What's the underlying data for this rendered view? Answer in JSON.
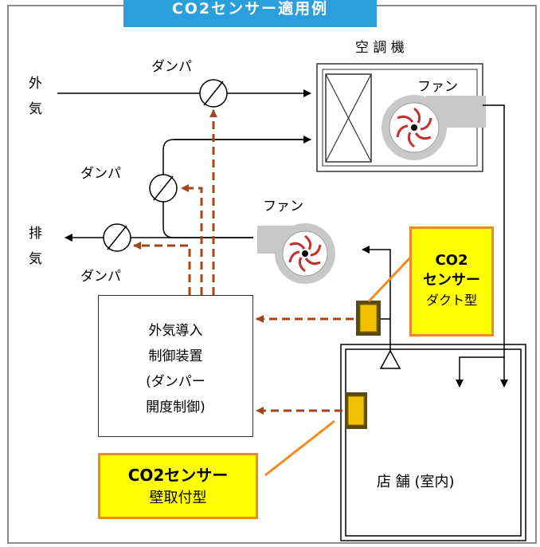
{
  "title": "CO2センサー適用例",
  "labels": {
    "aircon": "空 調 機",
    "fan_top": "ファン",
    "fan_mid": "ファン",
    "outside_air": [
      "外",
      "気"
    ],
    "exhaust": [
      "排",
      "気"
    ],
    "damper_top": "ダンパ",
    "damper_mid": "ダンパ",
    "damper_bottom": "ダンパ",
    "store": "店 舗 (室内)"
  },
  "controller": {
    "lines": [
      "外気導入",
      "制御装置",
      "(ダンパー",
      "開度制御)"
    ]
  },
  "duct_sensor": {
    "line1": "CO2",
    "line2": "センサー",
    "line3": "ダクト型"
  },
  "wall_sensor": {
    "line1": "CO2センサー",
    "line2": "壁取付型"
  },
  "colors": {
    "title_bg": "#2a9fdc",
    "callout_bg": "#ffff00",
    "callout_border": "#f08a1c",
    "control_line": "#a0461e",
    "sensor": "#e8b400"
  }
}
